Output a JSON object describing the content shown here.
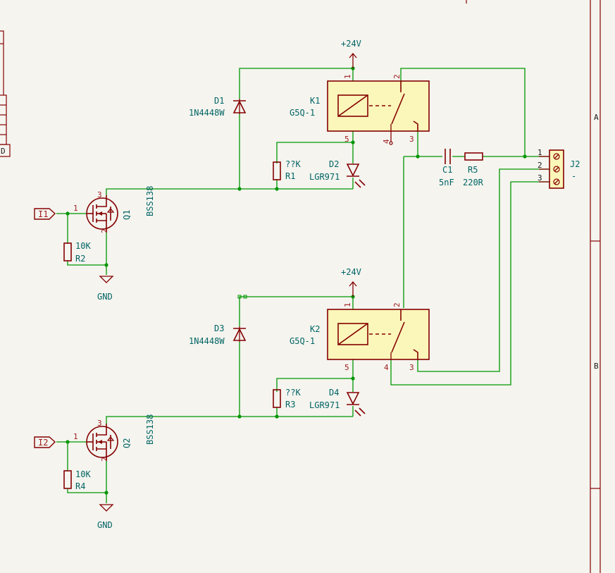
{
  "power": {
    "vcc": "+24V",
    "gnd": "GND"
  },
  "frame": {
    "row_a": "A",
    "row_b": "B"
  },
  "edge_fragment": "D",
  "relays": [
    {
      "ref": "K1",
      "value": "G5Q-1"
    },
    {
      "ref": "K2",
      "value": "G5Q-1"
    }
  ],
  "relay_pins": {
    "coil_top": "1",
    "coil_bottom": "5",
    "common": "2",
    "nc": "4",
    "no": "3"
  },
  "diodes": [
    {
      "ref": "D1",
      "value": "1N4448W"
    },
    {
      "ref": "D3",
      "value": "1N4448W"
    }
  ],
  "leds": [
    {
      "ref": "D2",
      "value": "LGR971"
    },
    {
      "ref": "D4",
      "value": "LGR971"
    }
  ],
  "resistors": {
    "r1": {
      "ref": "R1",
      "value": "??K"
    },
    "r2": {
      "ref": "R2",
      "value": "10K"
    },
    "r3": {
      "ref": "R3",
      "value": "??K"
    },
    "r4": {
      "ref": "R4",
      "value": "10K"
    },
    "r5": {
      "ref": "R5",
      "value": "220R"
    }
  },
  "capacitor": {
    "ref": "C1",
    "value": "5nF"
  },
  "mosfets": [
    {
      "ref": "Q1",
      "value": "BSS138"
    },
    {
      "ref": "Q2",
      "value": "BSS138"
    }
  ],
  "mosfet_pins": {
    "gate": "1",
    "source": "2",
    "drain": "3"
  },
  "inputs": [
    {
      "label": "I1"
    },
    {
      "label": "I2"
    }
  ],
  "connector": {
    "ref": "J2",
    "value": "-",
    "pins": [
      "1",
      "2",
      "3"
    ]
  }
}
